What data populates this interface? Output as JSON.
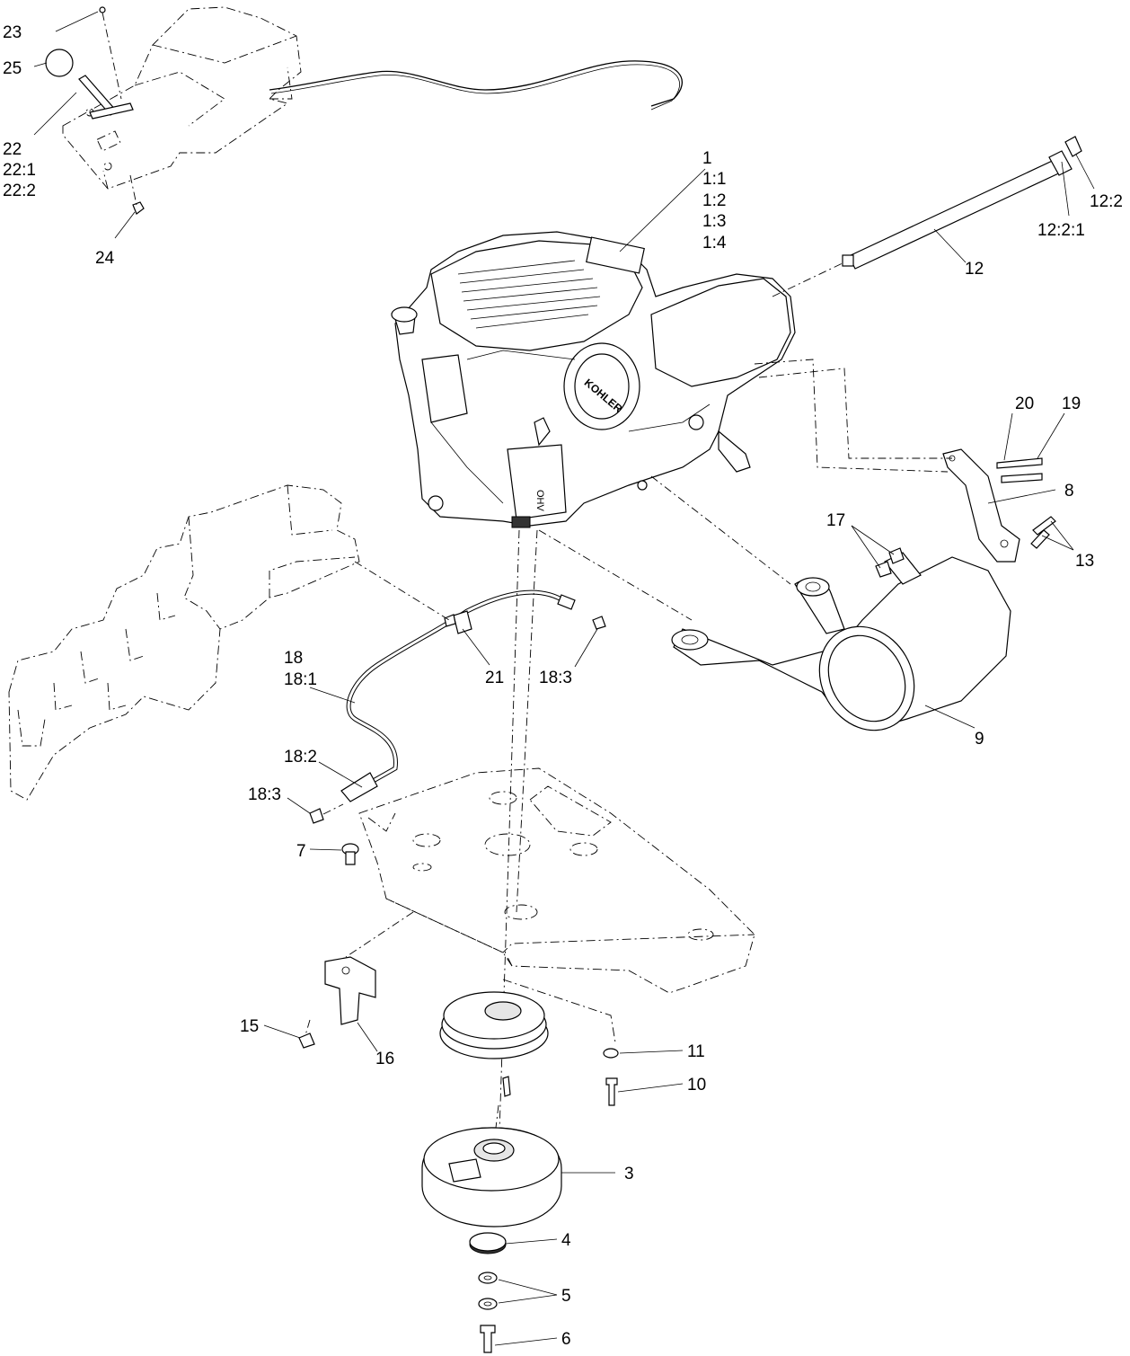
{
  "callouts": [
    {
      "id": "c23",
      "text": "23"
    },
    {
      "id": "c25",
      "text": "25"
    },
    {
      "id": "c22",
      "text": "22"
    },
    {
      "id": "c22_1",
      "text": "22:1"
    },
    {
      "id": "c22_2",
      "text": "22:2"
    },
    {
      "id": "c24",
      "text": "24"
    },
    {
      "id": "c1",
      "text": "1"
    },
    {
      "id": "c1_1",
      "text": "1:1"
    },
    {
      "id": "c1_2",
      "text": "1:2"
    },
    {
      "id": "c1_3",
      "text": "1:3"
    },
    {
      "id": "c1_4",
      "text": "1:4"
    },
    {
      "id": "c12",
      "text": "12"
    },
    {
      "id": "c12_2",
      "text": "12:2"
    },
    {
      "id": "c12_2_1",
      "text": "12:2:1"
    },
    {
      "id": "c20",
      "text": "20"
    },
    {
      "id": "c19",
      "text": "19"
    },
    {
      "id": "c8",
      "text": "8"
    },
    {
      "id": "c17",
      "text": "17"
    },
    {
      "id": "c13",
      "text": "13"
    },
    {
      "id": "c18",
      "text": "18"
    },
    {
      "id": "c18_1",
      "text": "18:1"
    },
    {
      "id": "c21",
      "text": "21"
    },
    {
      "id": "c18_3a",
      "text": "18:3"
    },
    {
      "id": "c9",
      "text": "9"
    },
    {
      "id": "c18_2",
      "text": "18:2"
    },
    {
      "id": "c18_3b",
      "text": "18:3"
    },
    {
      "id": "c7",
      "text": "7"
    },
    {
      "id": "c15",
      "text": "15"
    },
    {
      "id": "c16",
      "text": "16"
    },
    {
      "id": "c11",
      "text": "11"
    },
    {
      "id": "c10",
      "text": "10"
    },
    {
      "id": "c3",
      "text": "3"
    },
    {
      "id": "c4",
      "text": "4"
    },
    {
      "id": "c5",
      "text": "5"
    },
    {
      "id": "c6",
      "text": "6"
    }
  ],
  "engine_brand": "KOHLER",
  "engine_badge": "OHV"
}
